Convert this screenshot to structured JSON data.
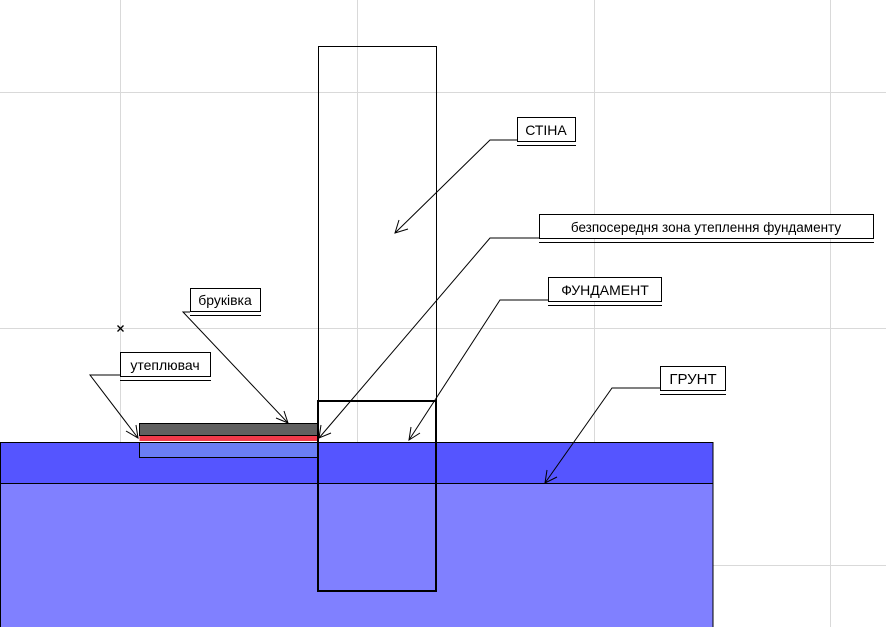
{
  "labels": {
    "wall": "СТІНА",
    "insulation_zone": "безпосередня зона утеплення фундаменту",
    "foundation": "ФУНДАМЕНТ",
    "ground": "ГРУНТ",
    "paving": "бруківка",
    "insulation": "утеплювач"
  },
  "colors": {
    "background": "#ffffff",
    "grid": "#d9d9d9",
    "ground_top_layer": "#5555ff",
    "ground_lower": "#8080ff",
    "insulation_board": "#6a7ef5",
    "membrane_red": "#f03a4a",
    "paving_layer": "#606060",
    "outline": "#000000"
  }
}
